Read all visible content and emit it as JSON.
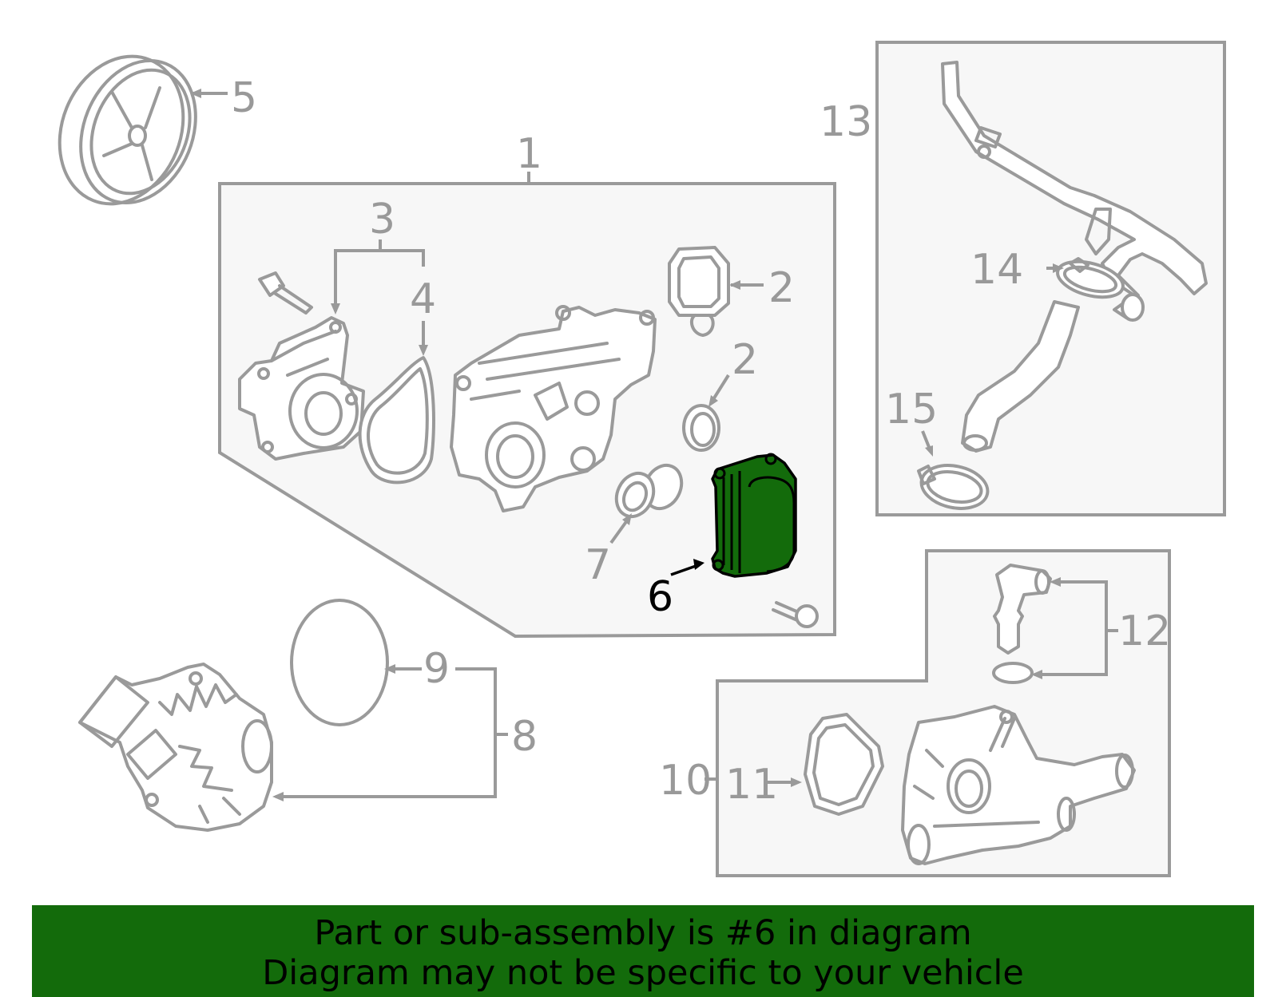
{
  "callouts": {
    "c1": "1",
    "c2a": "2",
    "c2b": "2",
    "c3": "3",
    "c4": "4",
    "c5": "5",
    "c6": "6",
    "c7": "7",
    "c8": "8",
    "c9": "9",
    "c10": "10",
    "c11": "11",
    "c12": "12",
    "c13": "13",
    "c14": "14",
    "c15": "15"
  },
  "highlighted_part": "6",
  "colors": {
    "highlight": "#136b0b",
    "banner_bg": "#136b0b",
    "line_gray": "#9a9a9a",
    "panel_bg": "#f7f7f7"
  },
  "banner": {
    "line1": "Part or sub-assembly is #6 in diagram",
    "line2": "Diagram may not be specific to your vehicle"
  }
}
